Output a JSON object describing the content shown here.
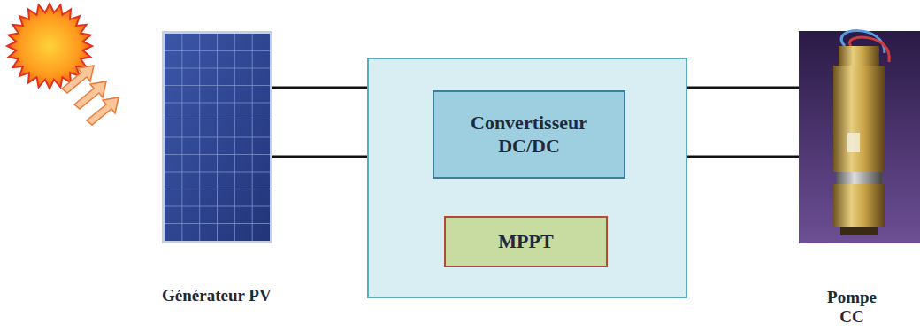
{
  "diagram": {
    "nodes": [
      {
        "text": [
          "Générateur PV"
        ]
      },
      {
        "text": []
      },
      {
        "text": [
          "Convertisseur DC/DC"
        ],
        "in": 1
      },
      {
        "text": [
          "MPPT"
        ],
        "in": 1
      },
      {
        "text": [
          "Pompe CC"
        ]
      }
    ],
    "edges": [
      {
        "from": 0,
        "to": 2,
        "arrow": "none"
      },
      {
        "from": 0,
        "to": 2,
        "arrow": "none"
      },
      {
        "from": 2,
        "to": 4,
        "arrow": "none"
      },
      {
        "from": 2,
        "to": 4,
        "arrow": "none"
      },
      {
        "from": 3,
        "to": 2,
        "arrow": "to"
      }
    ]
  }
}
